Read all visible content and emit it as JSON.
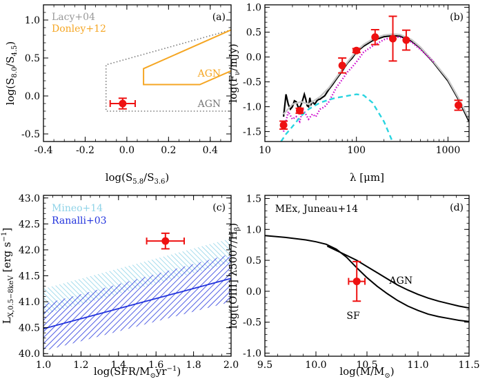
{
  "chart_data": [
    {
      "panel": "a",
      "type": "scatter",
      "tag": "(a)",
      "xlabel": "log(S5.8/S3.6)",
      "ylabel": "log(S8.0/S4.5)",
      "xlim": [
        -0.4,
        0.5
      ],
      "ylim": [
        -0.6,
        1.2
      ],
      "xticks": [
        "-0.4",
        "-0.2",
        "0.0",
        "0.2",
        "0.4"
      ],
      "yticks": [
        "-0.5",
        "0.0",
        "0.5",
        "1.0"
      ],
      "legend": [
        {
          "name": "Lacy+04",
          "color": "#999999"
        },
        {
          "name": "Donley+12",
          "color": "#f5a623"
        }
      ],
      "regions": [
        {
          "name": "Lacy+04",
          "style": "dotted",
          "color": "#777777",
          "x": [
            0.5,
            -0.1,
            -0.1,
            0.5
          ],
          "y": [
            0.87,
            0.41,
            -0.2,
            -0.2
          ]
        },
        {
          "name": "Donley+12",
          "style": "solid",
          "color": "#f5a623",
          "x": [
            0.5,
            0.08,
            0.08,
            0.35,
            0.5
          ],
          "y": [
            0.87,
            0.36,
            0.15,
            0.15,
            0.33
          ]
        }
      ],
      "annotations": [
        {
          "text": "AGN",
          "x": 0.34,
          "y": 0.3,
          "color": "#f5a623"
        },
        {
          "text": "AGN",
          "x": 0.34,
          "y": -0.1,
          "color": "#777777"
        }
      ],
      "points": [
        {
          "x": -0.02,
          "y": -0.1,
          "xerr": 0.06,
          "yerr": 0.07
        }
      ]
    },
    {
      "panel": "b",
      "type": "line",
      "tag": "(b)",
      "xlabel": "λ [μm]",
      "ylabel": "log(Fν/mJy)",
      "xscale": "log",
      "xlim": [
        10,
        1700
      ],
      "ylim": [
        -1.7,
        1.05
      ],
      "xticks": [
        "10",
        "100",
        "1000"
      ],
      "yticks": [
        "-1.5",
        "-1.0",
        "-0.5",
        "0.0",
        "0.5",
        "1.0"
      ],
      "series": [
        {
          "style": "solid",
          "color": "#000000",
          "x": [
            16,
            17,
            18,
            19,
            20,
            21,
            22,
            23,
            24,
            25,
            26,
            27,
            28,
            29,
            30,
            31,
            32,
            33,
            35,
            37,
            39,
            40,
            42,
            45,
            50,
            55,
            60,
            70,
            80,
            90,
            100,
            120,
            150,
            200,
            250,
            300,
            400,
            500,
            700,
            1000,
            1300,
            1700
          ],
          "y": [
            -1.2,
            -0.75,
            -0.95,
            -1.05,
            -1.0,
            -0.88,
            -0.9,
            -1.0,
            -1.02,
            -0.95,
            -0.85,
            -0.75,
            -0.85,
            -0.98,
            -1.0,
            -0.82,
            -0.95,
            -0.9,
            -0.95,
            -0.88,
            -0.85,
            -0.85,
            -0.82,
            -0.78,
            -0.65,
            -0.55,
            -0.45,
            -0.28,
            -0.12,
            -0.02,
            0.1,
            0.22,
            0.33,
            0.41,
            0.43,
            0.42,
            0.32,
            0.18,
            -0.12,
            -0.48,
            -0.85,
            -1.3
          ]
        },
        {
          "style": "solid",
          "color": "#c8c8c8",
          "x": [
            16,
            20,
            25,
            30,
            40,
            50,
            60,
            70,
            80,
            100,
            120,
            150,
            200,
            250,
            300,
            400,
            500,
            700,
            1000,
            1300,
            1700
          ],
          "y": [
            -1.15,
            -0.95,
            -0.9,
            -0.95,
            -0.8,
            -0.62,
            -0.42,
            -0.25,
            -0.1,
            0.12,
            0.25,
            0.36,
            0.44,
            0.46,
            0.45,
            0.35,
            0.2,
            -0.1,
            -0.45,
            -0.82,
            -1.25
          ]
        },
        {
          "style": "dotted",
          "color": "#cc00cc",
          "x": [
            16,
            18,
            20,
            22,
            24,
            26,
            28,
            30,
            33,
            36,
            40,
            45,
            50,
            60,
            70,
            80,
            90,
            100,
            120,
            150,
            200,
            250,
            300,
            400,
            500,
            700
          ],
          "y": [
            -1.5,
            -1.1,
            -1.25,
            -1.2,
            -1.3,
            -1.05,
            -1.15,
            -1.25,
            -1.15,
            -1.2,
            -1.05,
            -1.0,
            -0.9,
            -0.62,
            -0.45,
            -0.3,
            -0.2,
            -0.1,
            0.1,
            0.22,
            0.35,
            0.4,
            0.4,
            0.3,
            0.15,
            -0.1
          ]
        },
        {
          "style": "dashed",
          "color": "#29d4e0",
          "x": [
            15,
            17,
            20,
            25,
            30,
            40,
            50,
            60,
            70,
            80,
            100,
            120,
            150,
            200,
            250
          ],
          "y": [
            -1.7,
            -1.55,
            -1.4,
            -1.18,
            -1.05,
            -0.92,
            -0.86,
            -0.82,
            -0.8,
            -0.78,
            -0.75,
            -0.77,
            -0.92,
            -1.3,
            -1.72
          ]
        }
      ],
      "points": [
        {
          "x": 16,
          "y": -1.37,
          "yerr": 0.08
        },
        {
          "x": 24,
          "y": -1.08,
          "yerr": 0.05
        },
        {
          "x": 70,
          "y": -0.17,
          "yerr": 0.15
        },
        {
          "x": 100,
          "y": 0.13,
          "yerr": 0.04
        },
        {
          "x": 160,
          "y": 0.4,
          "yerr": 0.15
        },
        {
          "x": 250,
          "y": 0.37,
          "yerr": 0.45
        },
        {
          "x": 350,
          "y": 0.34,
          "yerr": 0.2
        },
        {
          "x": 1300,
          "y": -0.97,
          "yerr": 0.1
        }
      ]
    },
    {
      "panel": "c",
      "type": "area",
      "tag": "(c)",
      "xlabel": "log(SFR/M⊙yr⁻¹)",
      "ylabel": "LX,0.5−8keV [erg s⁻¹]",
      "xlim": [
        1.0,
        2.0
      ],
      "ylim": [
        39.95,
        43.05
      ],
      "xticks": [
        "1.0",
        "1.2",
        "1.4",
        "1.6",
        "1.8",
        "2.0"
      ],
      "yticks": [
        "40.0",
        "40.5",
        "41.0",
        "41.5",
        "42.0",
        "42.5",
        "43.0"
      ],
      "legend": [
        {
          "name": "Mineo+14",
          "color": "#8fd3e8"
        },
        {
          "name": "Ranalli+03",
          "color": "#2233dd"
        }
      ],
      "bands": [
        {
          "name": "Mineo+14",
          "color": "#8fd3e8",
          "x": [
            1.0,
            2.0
          ],
          "lower": [
            40.75,
            41.75
          ],
          "upper": [
            41.25,
            42.22
          ]
        },
        {
          "name": "Ranalli+03",
          "color": "#2233dd",
          "x": [
            1.0,
            2.0
          ],
          "lower": [
            40.05,
            41.0
          ],
          "upper": [
            40.95,
            41.92
          ]
        }
      ],
      "lines": [
        {
          "color": "#2233dd",
          "x": [
            1.0,
            2.0
          ],
          "y": [
            40.48,
            41.45
          ]
        }
      ],
      "points": [
        {
          "x": 1.65,
          "y": 42.17,
          "xerr": 0.1,
          "yerr": 0.15
        }
      ]
    },
    {
      "panel": "d",
      "type": "line",
      "tag": "(d)",
      "xlabel": "log(M/M⊙)",
      "ylabel": "log([OIII] λ5007/Hβ)",
      "xlim": [
        9.5,
        11.5
      ],
      "ylim": [
        -1.05,
        1.55
      ],
      "xticks": [
        "9.5",
        "10.0",
        "10.5",
        "11.0",
        "11.5"
      ],
      "yticks": [
        "-1.0",
        "-0.5",
        "0.0",
        "0.5",
        "1.0",
        "1.5"
      ],
      "annotations": [
        {
          "text": "MEx, Juneau+14",
          "x": 9.6,
          "y": 1.28,
          "color": "#000000"
        },
        {
          "text": "AGN",
          "x": 10.72,
          "y": 0.12,
          "color": "#000000"
        },
        {
          "text": "SF",
          "x": 10.3,
          "y": -0.45,
          "color": "#000000"
        }
      ],
      "series": [
        {
          "color": "#000000",
          "x": [
            9.5,
            9.7,
            9.9,
            10.0,
            10.1,
            10.2,
            10.3,
            10.4,
            10.5,
            10.6,
            10.7,
            10.8,
            10.9,
            11.0,
            11.1,
            11.2,
            11.3,
            11.4,
            11.5
          ],
          "y": [
            0.9,
            0.87,
            0.83,
            0.8,
            0.76,
            0.68,
            0.55,
            0.38,
            0.22,
            0.08,
            -0.04,
            -0.15,
            -0.24,
            -0.31,
            -0.37,
            -0.41,
            -0.44,
            -0.47,
            -0.49
          ]
        },
        {
          "color": "#000000",
          "x": [
            10.11,
            10.2,
            10.3,
            10.4,
            10.5,
            10.6,
            10.7,
            10.8,
            10.9,
            11.0,
            11.1,
            11.2,
            11.3,
            11.4,
            11.5
          ],
          "y": [
            0.73,
            0.66,
            0.58,
            0.5,
            0.4,
            0.3,
            0.2,
            0.1,
            0.02,
            -0.05,
            -0.11,
            -0.16,
            -0.2,
            -0.24,
            -0.27
          ]
        }
      ],
      "points": [
        {
          "x": 10.4,
          "y": 0.16,
          "xerr": 0.08,
          "yerr": 0.32
        }
      ]
    }
  ]
}
